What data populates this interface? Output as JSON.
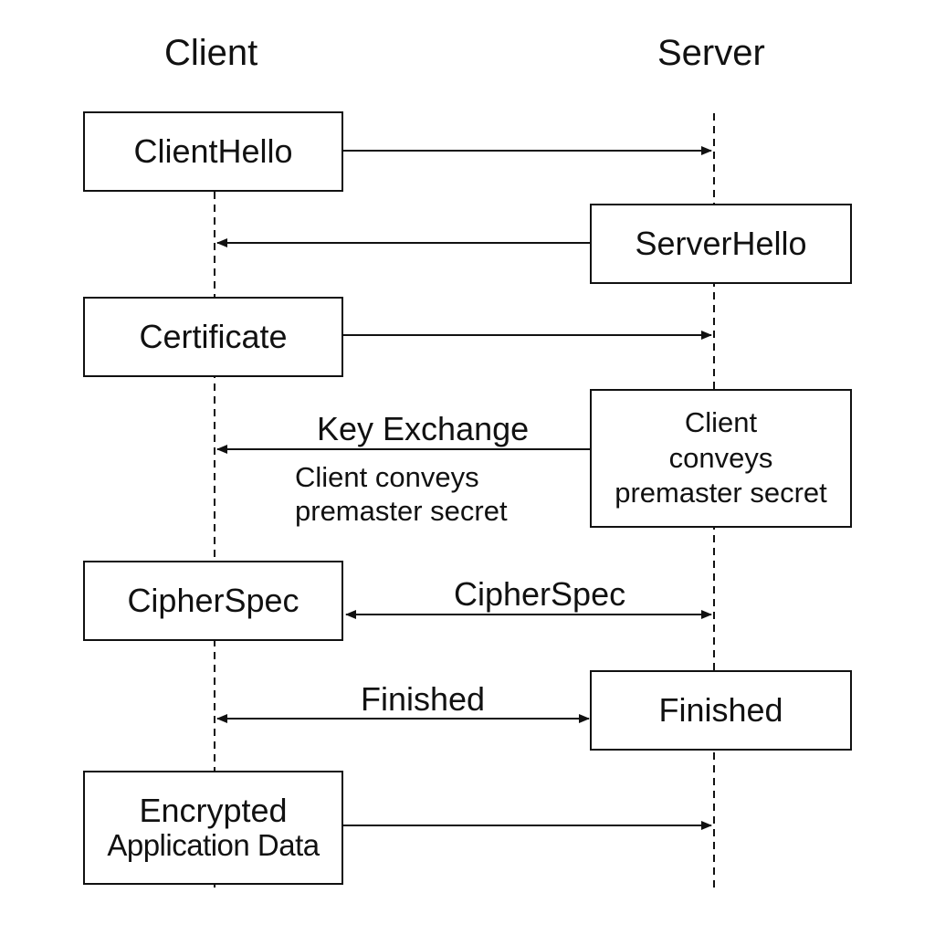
{
  "participants": {
    "client": "Client",
    "server": "Server"
  },
  "boxes": {
    "client_hello": "ClientHello",
    "server_hello": "ServerHello",
    "certificate": "Certificate",
    "server_note_line1": "Client",
    "server_note_line2": "conveys",
    "server_note_line3": "premaster secret",
    "client_cipher_spec": "CipherSpec",
    "server_finished": "Finished",
    "encrypted_line1": "Encrypted",
    "encrypted_line2": "Application Data"
  },
  "messages": {
    "key_exchange": "Key Exchange",
    "key_exchange_note_line1": "Client conveys",
    "key_exchange_note_line2": "premaster secret",
    "cipher_spec": "CipherSpec",
    "finished": "Finished"
  },
  "colors": {
    "stroke": "#111111",
    "background": "#ffffff"
  }
}
